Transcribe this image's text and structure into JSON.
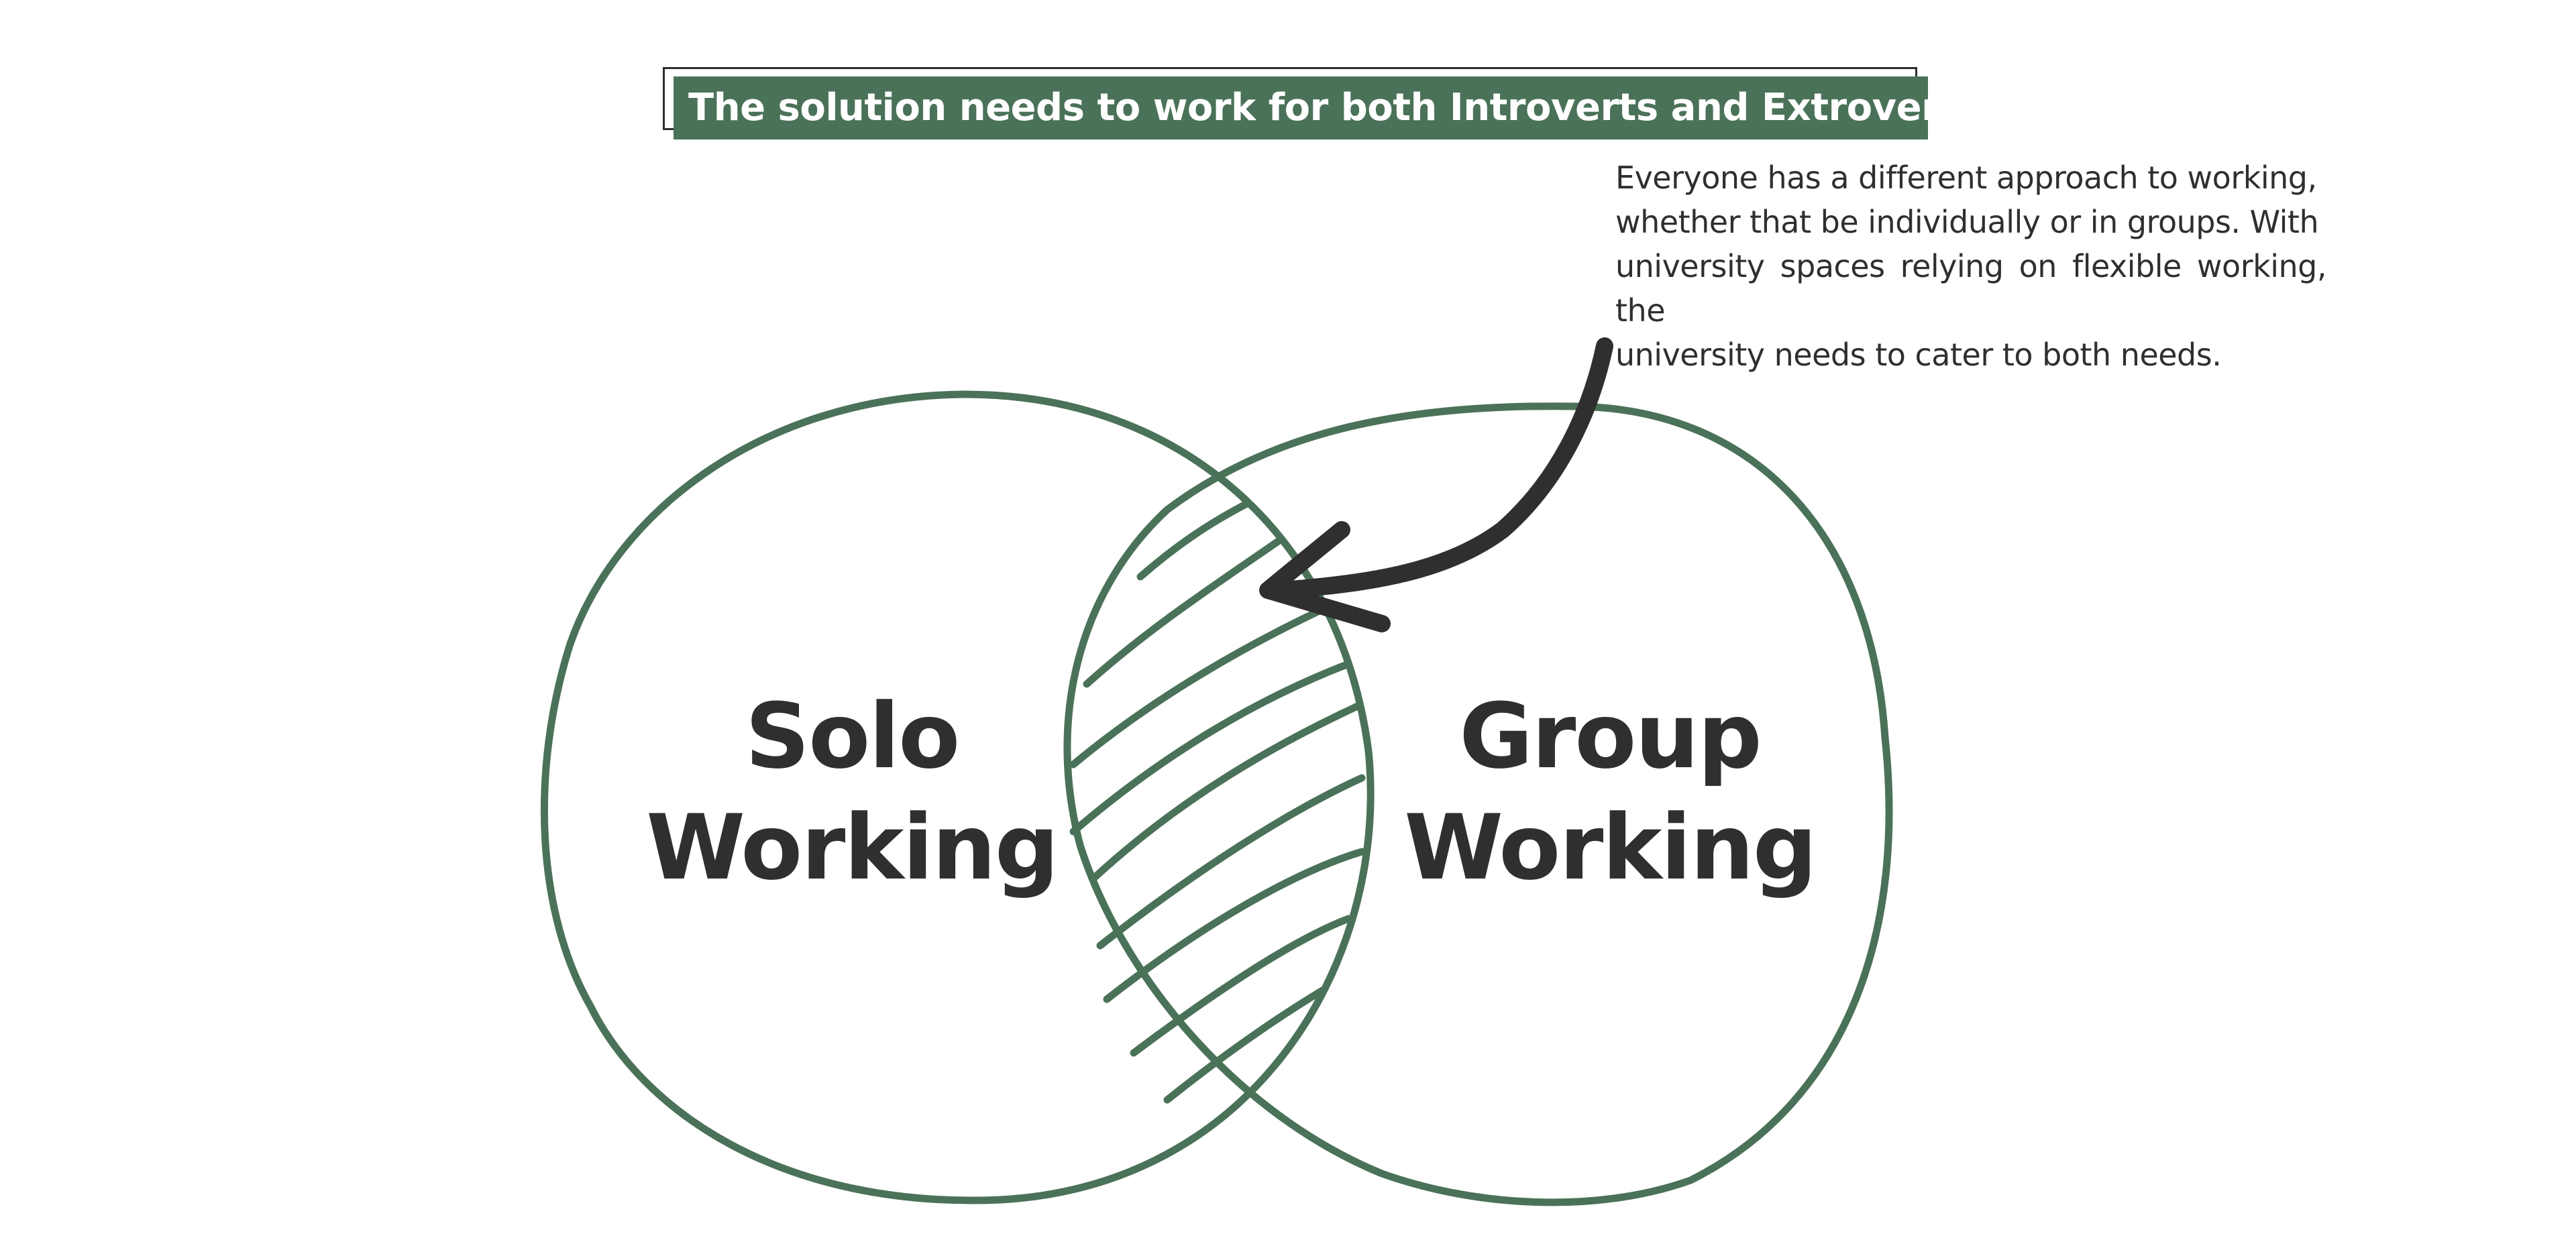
{
  "banner": {
    "text": "The solution needs to work for both Introverts and Extroverts."
  },
  "description": {
    "lines": [
      "Everyone has a different approach to working,",
      "whether that be individually or in groups. With",
      "university spaces relying on flexible working, the",
      "university needs to cater to both needs."
    ]
  },
  "venn": {
    "left": {
      "line1": "Solo",
      "line2": "Working"
    },
    "right": {
      "line1": "Group",
      "line2": "Working"
    },
    "overlap_hatched": true
  },
  "colors": {
    "green": "#4a7258",
    "ink": "#2f2f2f",
    "background": "#ffffff"
  },
  "icons": {
    "arrow": "curved-arrow-icon"
  }
}
